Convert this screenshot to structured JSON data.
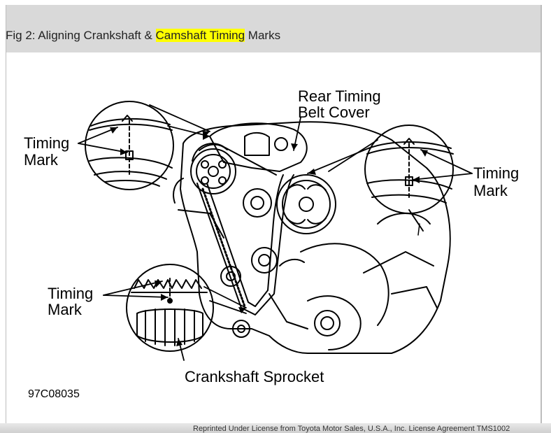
{
  "caption": {
    "prefix": "Fig 2: Aligning Crankshaft & ",
    "highlight": "Camshaft Timing",
    "suffix": " Marks"
  },
  "labels": {
    "rear_cover_line1": "Rear Timing",
    "rear_cover_line2": "Belt Cover",
    "timing_mark_left_1": "Timing",
    "timing_mark_left_2": "Mark",
    "timing_mark_right_1": "Timing",
    "timing_mark_right_2": "Mark",
    "timing_mark_crank_1": "Timing",
    "timing_mark_crank_2": "Mark",
    "crankshaft_sprocket": "Crankshaft Sprocket",
    "figure_code": "97C08035"
  },
  "footer": {
    "text": "Reprinted Under License from Toyota Motor Sales, U.S.A., Inc. License Agreement TMS1002"
  }
}
